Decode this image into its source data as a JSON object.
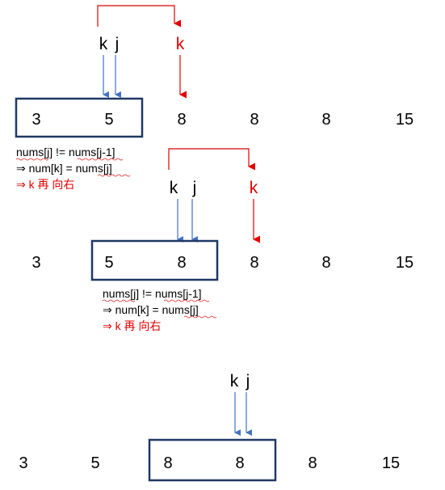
{
  "colors": {
    "red": "#e00000",
    "blue": "#4472c4",
    "box": "#1f3864",
    "text": "#000000"
  },
  "steps": [
    {
      "values": [
        "3",
        "5",
        "8",
        "8",
        "8",
        "15"
      ],
      "k_label": "k",
      "j_label": "j",
      "k_next_label": "k",
      "note_line1": "nums[j] != nums[j-1]",
      "note_line2": "⇒ num[k] = nums[j]",
      "note_line3": "⇒ k 再 向右"
    },
    {
      "values": [
        "3",
        "5",
        "8",
        "8",
        "8",
        "15"
      ],
      "k_label": "k",
      "j_label": "j",
      "k_next_label": "k",
      "note_line1": "nums[j] != nums[j-1]",
      "note_line2": "⇒ num[k] = nums[j]",
      "note_line3": "⇒ k 再 向右"
    },
    {
      "values": [
        "3",
        "5",
        "8",
        "8",
        "8",
        "15"
      ],
      "k_label": "k",
      "j_label": "j"
    }
  ]
}
